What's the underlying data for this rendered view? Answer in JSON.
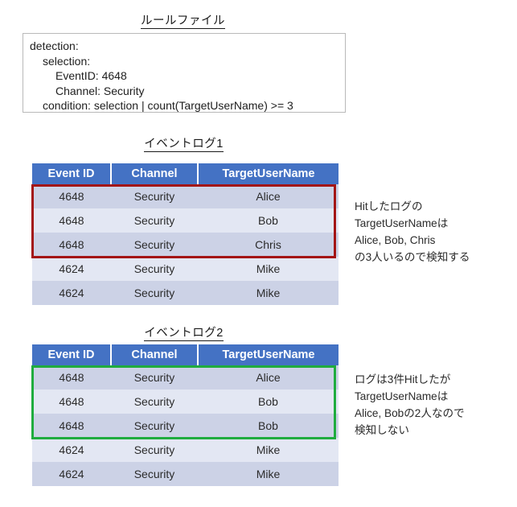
{
  "rule_section": {
    "title": "ルールファイル",
    "lines": [
      {
        "indent": 0,
        "text": "detection:"
      },
      {
        "indent": 1,
        "text": "selection:"
      },
      {
        "indent": 2,
        "text": "EventID: 4648"
      },
      {
        "indent": 2,
        "text": "Channel: Security"
      },
      {
        "indent": 1,
        "text": "condition: selection | count(TargetUserName) >= 3"
      }
    ]
  },
  "log1": {
    "title": "イベントログ1",
    "columns": [
      "Event ID",
      "Channel",
      "TargetUserName"
    ],
    "rows": [
      [
        "4648",
        "Security",
        "Alice"
      ],
      [
        "4648",
        "Security",
        "Bob"
      ],
      [
        "4648",
        "Security",
        "Chris"
      ],
      [
        "4624",
        "Security",
        "Mike"
      ],
      [
        "4624",
        "Security",
        "Mike"
      ]
    ],
    "highlight": {
      "color": "#a31515",
      "first_row": 0,
      "last_row": 2
    },
    "annotation": [
      "Hitしたログの",
      "TargetUserNameは",
      "Alice, Bob, Chris",
      "の3人いるので検知する"
    ]
  },
  "log2": {
    "title": "イベントログ2",
    "columns": [
      "Event ID",
      "Channel",
      "TargetUserName"
    ],
    "rows": [
      [
        "4648",
        "Security",
        "Alice"
      ],
      [
        "4648",
        "Security",
        "Bob"
      ],
      [
        "4648",
        "Security",
        "Bob"
      ],
      [
        "4624",
        "Security",
        "Mike"
      ],
      [
        "4624",
        "Security",
        "Mike"
      ]
    ],
    "highlight": {
      "color": "#1fac3e",
      "first_row": 0,
      "last_row": 2
    },
    "annotation": [
      "ログは3件Hitしたが",
      "TargetUserNameは",
      "Alice, Bobの2人なので",
      "検知しない"
    ]
  },
  "theme": {
    "header_blue": "#4472c4",
    "row_dark": "#ccd2e6",
    "row_light": "#e3e7f3",
    "box_border": "#b9b9b9",
    "text": "#2b2b2b"
  }
}
